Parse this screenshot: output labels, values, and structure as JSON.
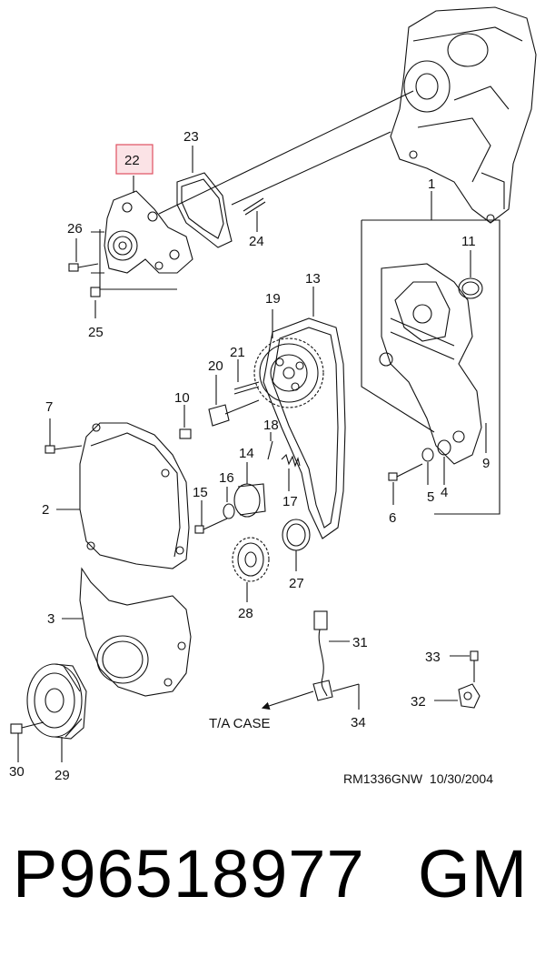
{
  "diagram": {
    "highlight_color": "#e05060",
    "highlight_fill": "#fbe3e6",
    "labels": {
      "p1": "1",
      "p2": "2",
      "p3": "3",
      "p4": "4",
      "p5": "5",
      "p6": "6",
      "p7": "7",
      "p9": "9",
      "p10": "10",
      "p11": "11",
      "p13": "13",
      "p14": "14",
      "p15": "15",
      "p16": "16",
      "p17": "17",
      "p18": "18",
      "p19": "19",
      "p20": "20",
      "p21": "21",
      "p22": "22",
      "p23": "23",
      "p24": "24",
      "p25": "25",
      "p26": "26",
      "p27": "27",
      "p28": "28",
      "p29": "29",
      "p30": "30",
      "p31": "31",
      "p32": "32",
      "p33": "33",
      "p34": "34"
    },
    "ta_case": "T/A CASE",
    "reference": "RM1336GNW  10/30/2004"
  },
  "footer": {
    "part_number": "P96518977",
    "brand": "GM"
  }
}
